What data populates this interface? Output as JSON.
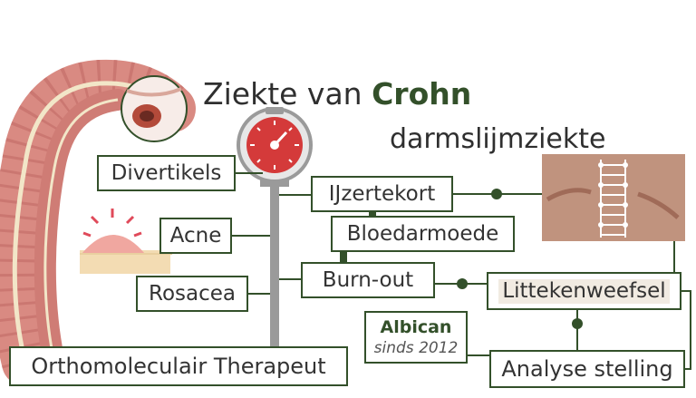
{
  "title": {
    "prefix": "Ziekte van ",
    "bold": "Crohn"
  },
  "subtitle": "darmslijmziekte",
  "labels": {
    "divertikels": "Divertikels",
    "ijzertekort": "IJzertekort",
    "bloedarmoede": "Bloedarmoede",
    "acne": "Acne",
    "burnout": "Burn-out",
    "rosacea": "Rosacea",
    "littekenweefsel": "Littekenweefsel",
    "therapeut": "Orthomoleculair Therapeut",
    "analyse": "Analyse stelling"
  },
  "badge": {
    "name": "Albican",
    "since": "sinds 2012"
  },
  "icons": [
    "intestine-illustration",
    "stopwatch-icon",
    "skin-bump-illustration",
    "stitched-scar-image"
  ],
  "colors": {
    "line": "#33502a",
    "stopwatch": "#d43a3a",
    "pole": "#9a9a9a"
  }
}
